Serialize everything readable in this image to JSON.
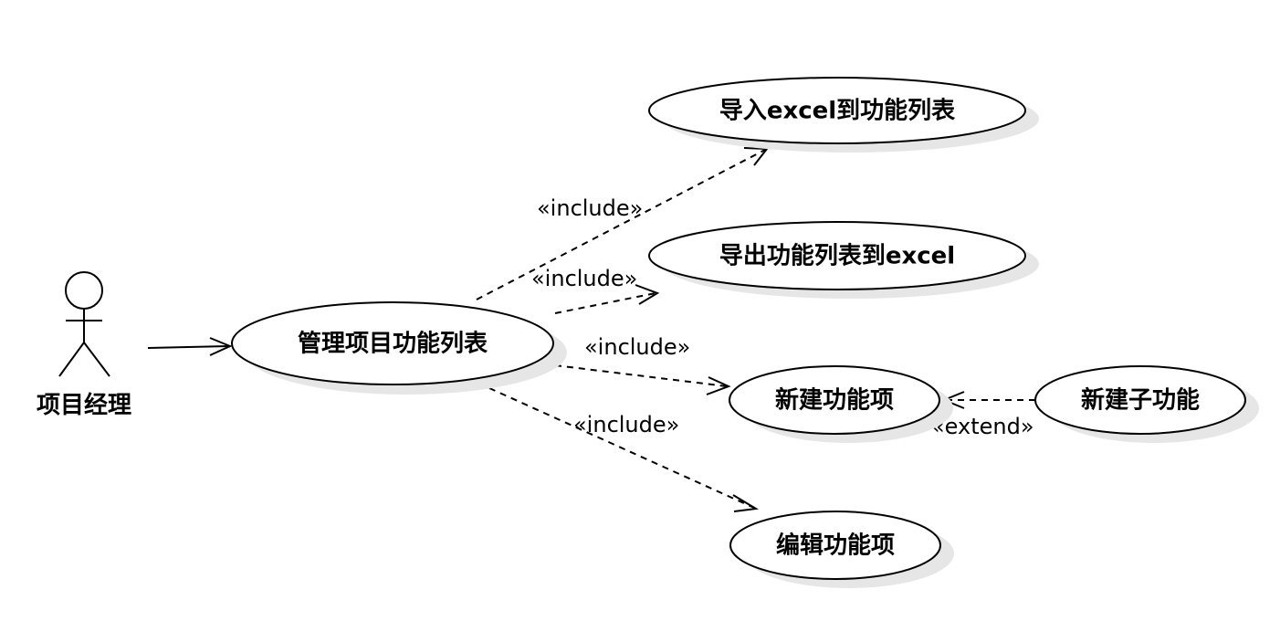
{
  "diagram": {
    "actor": {
      "label": "项目经理"
    },
    "use_cases": {
      "manage": "管理项目功能列表",
      "import": "导入excel到功能列表",
      "export": "导出功能列表到excel",
      "new_item": "新建功能项",
      "new_sub": "新建子功能",
      "edit": "编辑功能项"
    },
    "relations": {
      "include_import": "«include»",
      "include_export": "«include»",
      "include_new": "«include»",
      "include_edit": "«include»",
      "extend_sub": "«extend»"
    }
  }
}
